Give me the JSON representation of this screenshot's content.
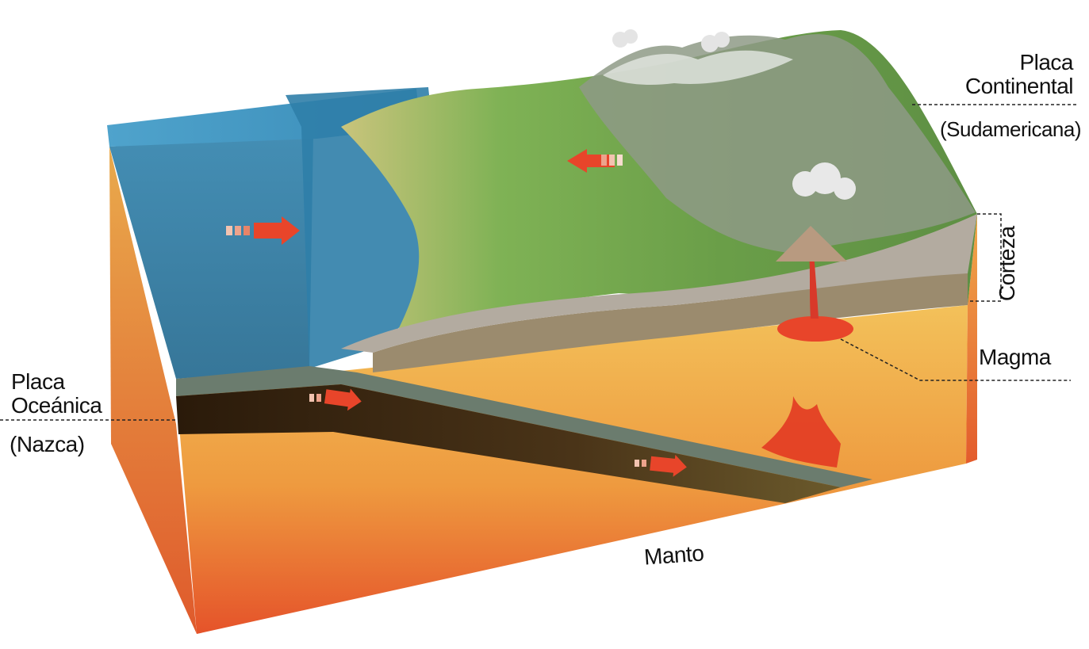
{
  "labels": {
    "oceanic_plate_line1": "Placa",
    "oceanic_plate_line2": "Oceánica",
    "oceanic_plate_name": "(Nazca)",
    "continental_plate_line1": "Placa",
    "continental_plate_line2": "Continental",
    "continental_plate_name": "(Sudamericana)",
    "crust": "Corteza",
    "magma": "Magma",
    "mantle": "Manto"
  },
  "colors": {
    "ocean": "#2f7ea8",
    "land": "#6fa24a",
    "mountain": "#8c9a86",
    "crust": "#a8a096",
    "oceanic_slab": "#3d2a12",
    "mantle_top": "#f0b04a",
    "mantle_bottom": "#e8502a",
    "magma": "#e8452a",
    "arrow": "#e8452a"
  }
}
